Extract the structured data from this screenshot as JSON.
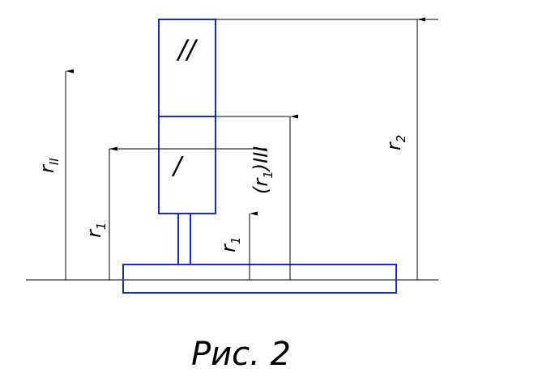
{
  "figure": {
    "caption": "Рис. 2",
    "labels": {
      "box_upper": "//",
      "box_lower": "/",
      "r_II_main": "r",
      "r_II_sub": "II",
      "r_1_left_main": "r",
      "r_1_left_sub": "1",
      "r_1_mid_main": "r",
      "r_1_mid_sub": "1",
      "r1_III_open": "(r",
      "r1_III_sub": "1",
      "r1_III_close": ")III",
      "r_2_main": "r",
      "r_2_sub": "2"
    },
    "colors": {
      "outline": "#1a2bc8",
      "lines": "#000000"
    }
  }
}
